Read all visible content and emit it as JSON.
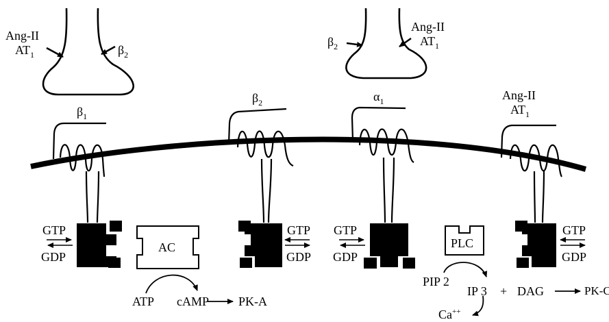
{
  "labels": {
    "angii_left_top": "Ang-II",
    "at1_left_top": "AT",
    "at1_left_top_sub": "1",
    "beta2_left_top": "β",
    "beta2_left_top_sub": "2",
    "beta2_right_top": "β",
    "beta2_right_top_sub": "2",
    "angii_right_top": "Ang-II",
    "at1_right_top": "AT",
    "at1_right_top_sub": "1",
    "beta1_receptor": "β",
    "beta1_receptor_sub": "1",
    "beta2_receptor": "β",
    "beta2_receptor_sub": "2",
    "alpha1_receptor": "α",
    "alpha1_receptor_sub": "1",
    "angii_receptor": "Ang-II",
    "at1_receptor": "AT",
    "at1_receptor_sub": "1",
    "gtp_1": "GTP",
    "gdp_1": "GDP",
    "ac": "AC",
    "gtp_2": "GTP",
    "gdp_2": "GDP",
    "gtp_3": "GTP",
    "gdp_3": "GDP",
    "plc": "PLC",
    "gtp_4": "GTP",
    "gdp_4": "GDP",
    "atp": "ATP",
    "camp": "cAMP",
    "pka": "PK-A",
    "pip2": "PIP 2",
    "ip3": "IP 3",
    "plus": "+",
    "dag": "DAG",
    "pkc": "PK-C",
    "ca": "Ca",
    "ca_sup": "++"
  }
}
